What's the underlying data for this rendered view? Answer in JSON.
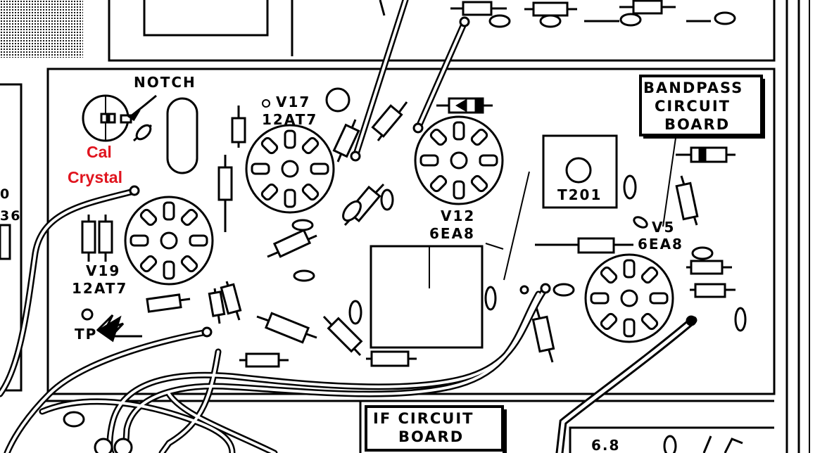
{
  "labels": {
    "notch": "NOTCH",
    "cal": "Cal",
    "crystal": "Crystal",
    "v17": "V17",
    "v17_type": "12AT7",
    "v19": "V19",
    "v19_type": "12AT7",
    "tp": "TP",
    "v12": "V12",
    "v12_type": "6EA8",
    "v5": "V5",
    "v5_type": "6EA8",
    "t201": "T201",
    "bandpass_1": "BANDPASS",
    "bandpass_2": "CIRCUIT",
    "bandpass_3": "BOARD",
    "if_1": "IF CIRCUIT",
    "if_2": "BOARD",
    "edge_0": "0",
    "edge_36": "36",
    "edge_68": "6.8"
  },
  "colors": {
    "ink": "#000000",
    "highlight": "#e0141e",
    "paper": "#ffffff"
  }
}
